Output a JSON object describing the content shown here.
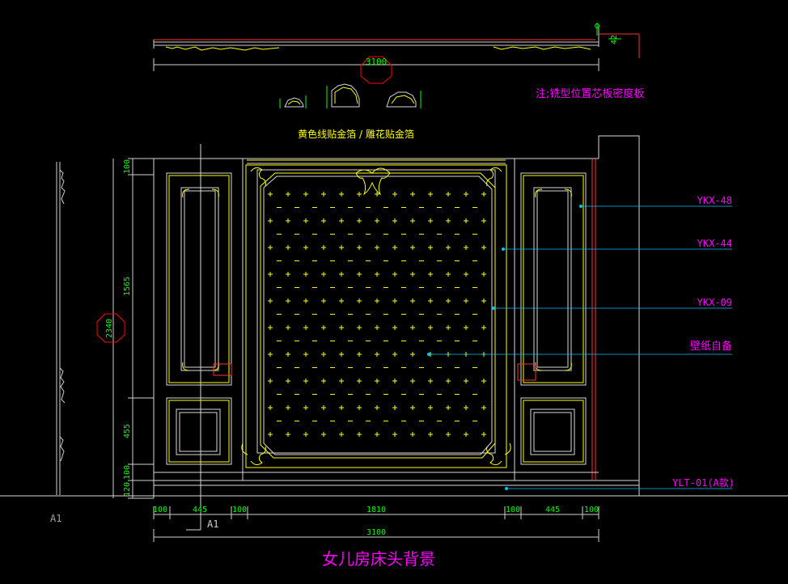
{
  "drawing": {
    "title": "女儿房床头背景",
    "note": "注;铣型位置芯板密度板",
    "profile_caption": "黄色线贴金箔 / 雕花贴金箔",
    "colors": {
      "background": "#000000",
      "outline": "#d8d8d8",
      "gold": "#ffff00",
      "dimension": "#00ff00",
      "label": "#ff00ff",
      "leader": "#00c0ff",
      "red": "#ff0000"
    }
  },
  "dimensions": {
    "top_overall": "3100",
    "bottom_overall": "3100",
    "bottom_segments": [
      "100",
      "445",
      "100",
      "1810",
      "100",
      "445",
      "100"
    ],
    "left_overall": "2340",
    "left_segments": [
      "100",
      "1565",
      "455",
      "100",
      "120"
    ],
    "top_right_small": "42"
  },
  "labels": [
    {
      "id": "ykx48",
      "text": "YKX-48"
    },
    {
      "id": "ykx44",
      "text": "YKX-44"
    },
    {
      "id": "ykx09",
      "text": "YKX-09"
    },
    {
      "id": "wallpaper",
      "text": "壁纸自备"
    },
    {
      "id": "ylt01",
      "text": "YLT-01(A款)"
    }
  ],
  "section_marks": {
    "left": "A1",
    "bottom": "A1"
  }
}
